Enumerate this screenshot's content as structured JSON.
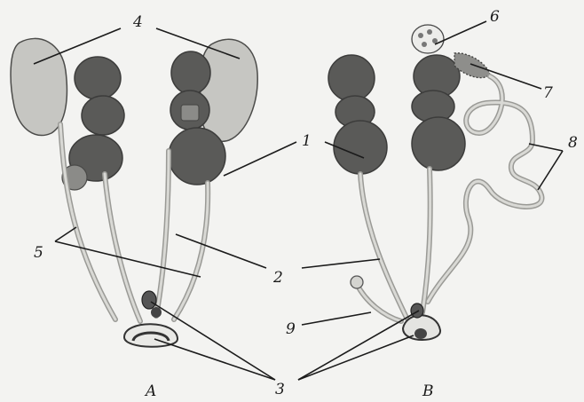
{
  "labels": {
    "n1": "1",
    "n2": "2",
    "n3": "3",
    "n4": "4",
    "n5": "5",
    "n6": "6",
    "n7": "7",
    "n8": "8",
    "n9": "9"
  },
  "captions": {
    "left": "A",
    "right": "B"
  },
  "colors": {
    "background": "#f3f3f1",
    "organ_dark": "#5a5a58",
    "organ_pale": "#c6c6c2",
    "duct": "#9a9a96",
    "ink": "#1a1a1a"
  }
}
